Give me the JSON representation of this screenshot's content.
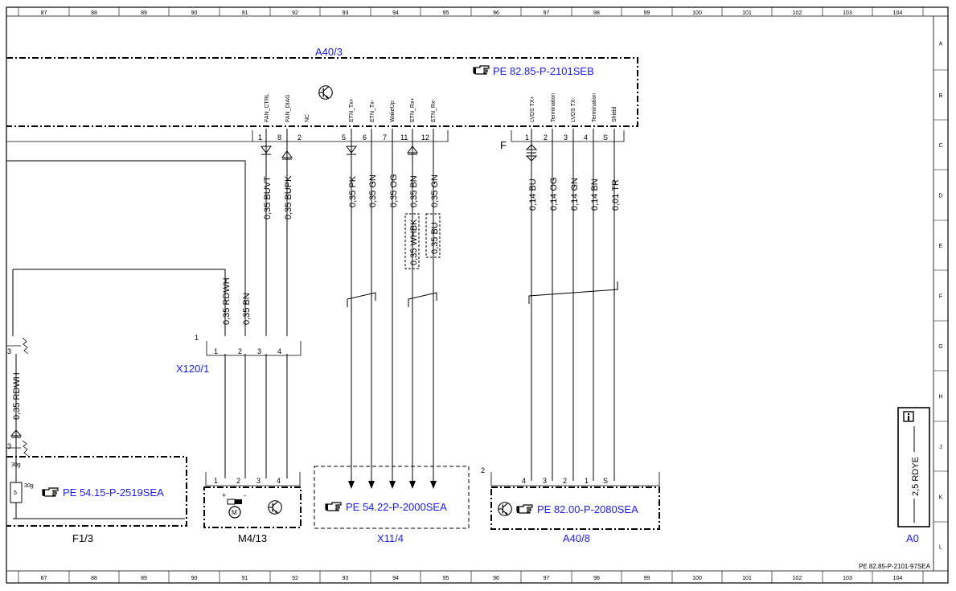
{
  "grid": {
    "columns": [
      "87",
      "88",
      "89",
      "90",
      "91",
      "92",
      "93",
      "94",
      "95",
      "96",
      "97",
      "98",
      "99",
      "100",
      "101",
      "102",
      "103",
      "104"
    ],
    "rows": [
      "A",
      "B",
      "C",
      "D",
      "E",
      "F",
      "G",
      "H",
      "J",
      "K",
      "L"
    ]
  },
  "components": {
    "a40_3": {
      "label": "A40/3",
      "ref": "PE 82.85-P-2101SEB"
    },
    "x120_1": {
      "label": "X120/1",
      "connector_number": "1"
    },
    "f1_3": {
      "label": "F1/3",
      "ref": "PE 54.15-P-2519SEA",
      "fuse_rating": "30g",
      "fuse_number": "5"
    },
    "m4_13": {
      "label": "M4/13"
    },
    "x11_4": {
      "label": "X11/4",
      "ref": "PE 54.22-P-2000SEA"
    },
    "a40_8": {
      "label": "A40/8",
      "ref": "PE 82.00-P-2080SEA",
      "connector_number": "2"
    },
    "a0": {
      "label": "A0",
      "wire": "2,5 RDYE"
    }
  },
  "connector_f": {
    "label": "F",
    "pins": [
      "1",
      "2",
      "3",
      "4",
      "S"
    ],
    "names": [
      "LVDS TX+",
      "Termination",
      "LVDS TX-",
      "Termination",
      "Shield"
    ]
  },
  "connector_a40_3": {
    "pins": [
      "1",
      "8",
      "2",
      "5",
      "6",
      "7",
      "11",
      "12"
    ],
    "names": [
      "FAN_CTRL",
      "FAN_DIAG",
      "NC",
      "ETN_Tx+",
      "ETN_Tx-",
      "WakeUp",
      "ETN_Rx+",
      "ETN_Rx-"
    ]
  },
  "wires": {
    "fan_ctrl": "0,35 BUVT",
    "fan_diag": "0,35 BUPK",
    "etn_tx_p": "0,35 PK",
    "etn_tx_n": "0,35 GN",
    "wakeup": "0,35 OG",
    "etn_rx_p": "0,35 BN",
    "etn_rx_n": "0,35 GN",
    "etn_rx_p_alt": "0,35 WHBK",
    "etn_rx_n_alt": "0,35 BU",
    "lvds_1": "0,14 BU",
    "lvds_2": "0,14 OG",
    "lvds_3": "0,14 GN",
    "lvds_4": "0,14 BN",
    "shield": "0,01 TR",
    "rdwh": "0,35 RDWH",
    "bn": "0,35 BN",
    "left_rdwh": "0,35 RDWH"
  },
  "pins": {
    "x120_1": [
      "1",
      "2",
      "3",
      "4"
    ],
    "m4_13": [
      "1",
      "2",
      "3",
      "4"
    ],
    "a40_8": [
      "4",
      "3",
      "2",
      "1",
      "S"
    ],
    "left_top": "3",
    "left_bottom": "3",
    "m4_13_polarity": [
      "+",
      "-"
    ]
  },
  "icons": {
    "reference": "pointing-hand-icon",
    "transistor": "transistor-icon",
    "motor": "motor-icon",
    "info": "info-icon"
  },
  "footer": {
    "doc_code": "PE 82.85-P-2101-97SEA"
  },
  "colors": {
    "reference_text": "#1a1aff",
    "line": "#000000"
  }
}
